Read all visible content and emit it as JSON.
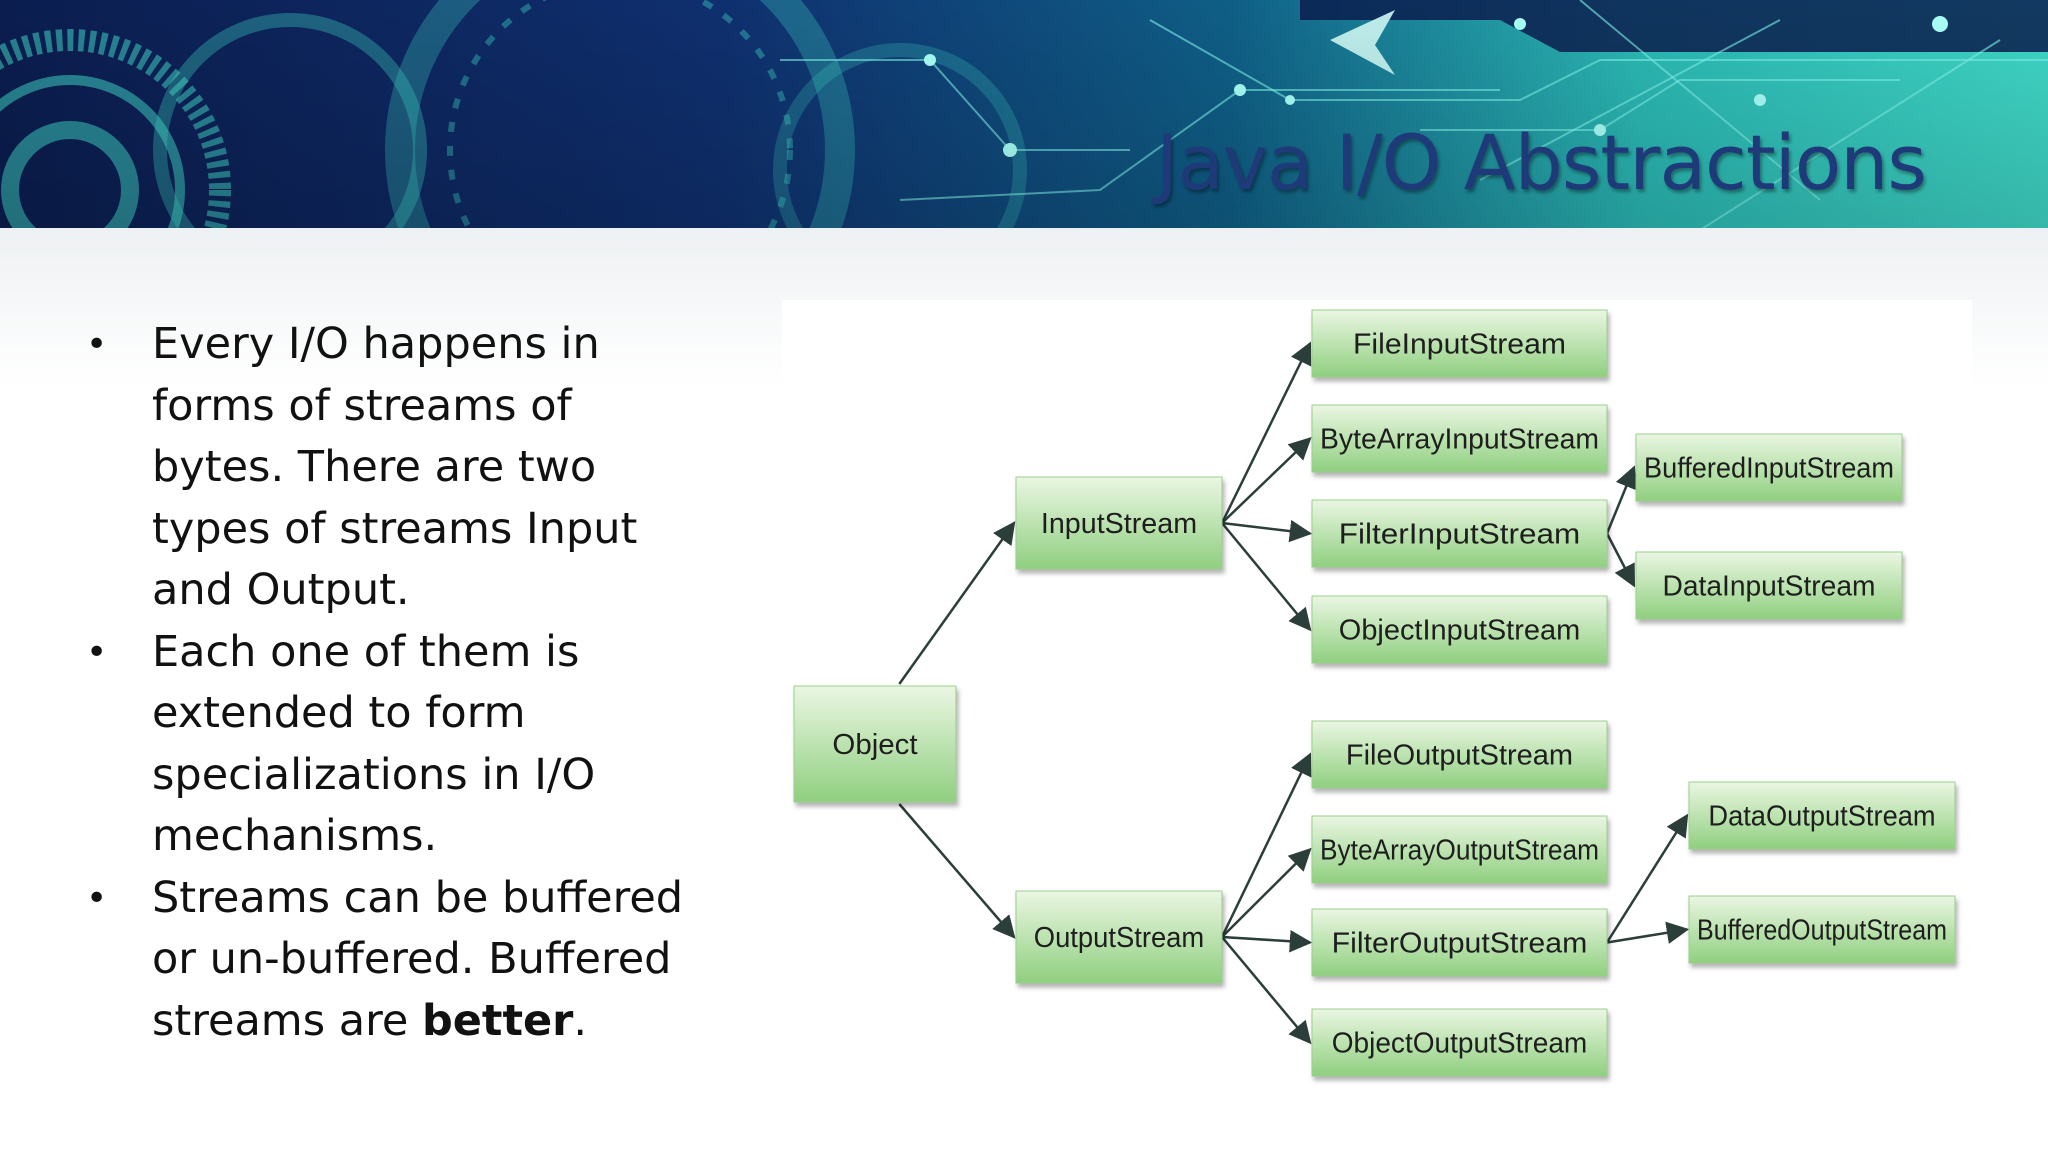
{
  "slide": {
    "title": "Java I/O Abstractions",
    "accent_color": "#1f3a78",
    "banner_colors": [
      "#0b1d4f",
      "#0f5e86",
      "#3fd6c6"
    ]
  },
  "bullets": [
    {
      "text": "Every I/O happens in forms of streams of bytes. There are two types of streams Input and Output."
    },
    {
      "text": "Each one of them is extended to form specializations in I/O mechanisms."
    },
    {
      "text_before": "Streams can be buffered or un-buffered. Buffered streams are ",
      "bold": "better",
      "text_after": "."
    }
  ],
  "bullet_glyph": "•",
  "diagram": {
    "node_color_top": "#eaf6e2",
    "node_color_bottom": "#8fcf7f",
    "nodes": [
      {
        "id": "object",
        "label": "Object"
      },
      {
        "id": "input",
        "label": "InputStream"
      },
      {
        "id": "output",
        "label": "OutputStream"
      },
      {
        "id": "fis",
        "label": "FileInputStream"
      },
      {
        "id": "bais",
        "label": "ByteArrayInputStream"
      },
      {
        "id": "filis",
        "label": "FilterInputStream"
      },
      {
        "id": "ois",
        "label": "ObjectInputStream"
      },
      {
        "id": "bis",
        "label": "BufferedInputStream"
      },
      {
        "id": "dis",
        "label": "DataInputStream"
      },
      {
        "id": "fos",
        "label": "FileOutputStream"
      },
      {
        "id": "baos",
        "label": "ByteArrayOutputStream"
      },
      {
        "id": "filos",
        "label": "FilterOutputStream"
      },
      {
        "id": "oos",
        "label": "ObjectOutputStream"
      },
      {
        "id": "dos",
        "label": "DataOutputStream"
      },
      {
        "id": "bos",
        "label": "BufferedOutputStream"
      }
    ],
    "edges": [
      [
        "object",
        "input"
      ],
      [
        "object",
        "output"
      ],
      [
        "input",
        "fis"
      ],
      [
        "input",
        "bais"
      ],
      [
        "input",
        "filis"
      ],
      [
        "input",
        "ois"
      ],
      [
        "filis",
        "bis"
      ],
      [
        "filis",
        "dis"
      ],
      [
        "output",
        "fos"
      ],
      [
        "output",
        "baos"
      ],
      [
        "output",
        "filos"
      ],
      [
        "output",
        "oos"
      ],
      [
        "filos",
        "dos"
      ],
      [
        "filos",
        "bos"
      ]
    ]
  }
}
